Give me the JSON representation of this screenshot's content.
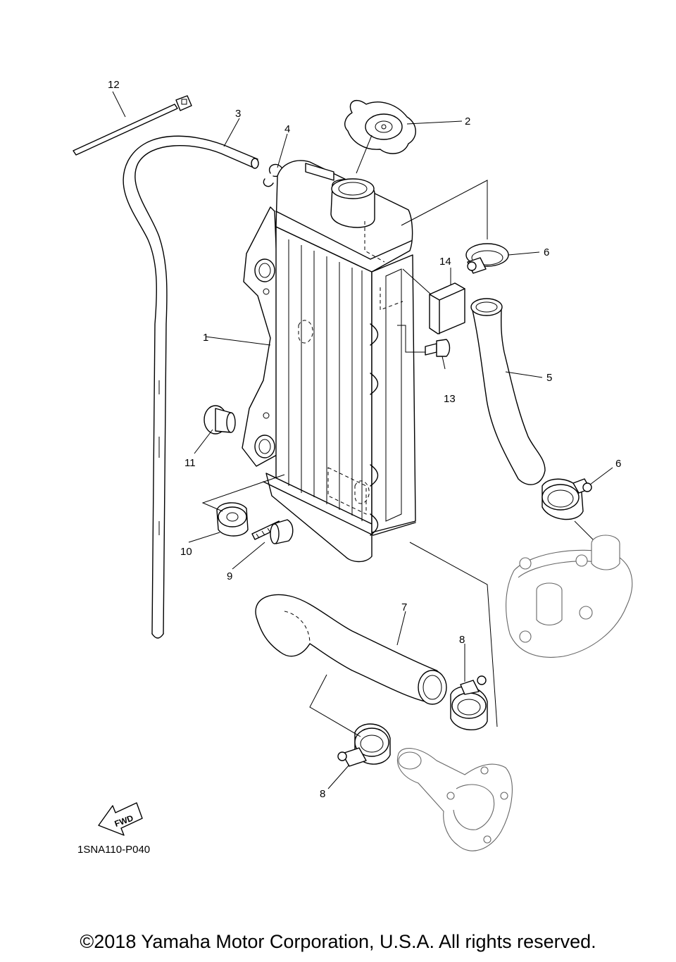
{
  "diagram": {
    "drawing_code": "1SNA110-P040",
    "fwd_label": "FWD",
    "callouts": [
      "1",
      "2",
      "3",
      "4",
      "5",
      "6",
      "6",
      "7",
      "8",
      "8",
      "9",
      "10",
      "11",
      "12",
      "13",
      "14"
    ]
  },
  "footer": {
    "copyright": "©2018 Yamaha Motor Corporation, U.S.A. All rights reserved."
  }
}
